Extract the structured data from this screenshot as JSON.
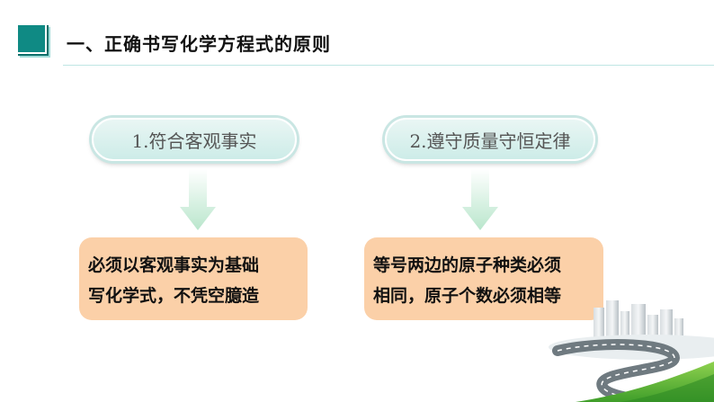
{
  "header": {
    "title": "一、正确书写化学方程式的原则"
  },
  "principles": [
    {
      "label": "1.符合客观事实",
      "explanation_lines": [
        "必须以客观事实为基础",
        "写化学式，不凭空臆造"
      ]
    },
    {
      "label": "2.遵守质量守恒定律",
      "explanation_lines": [
        "等号两边的原子种类必须",
        "相同，原子个数必须相等"
      ]
    }
  ],
  "colors": {
    "accent_teal": "#0f8a84",
    "pill_fill": "#cdece8",
    "note_fill": "#fbd0a8",
    "arrow_fill": "#c9ecd4"
  }
}
